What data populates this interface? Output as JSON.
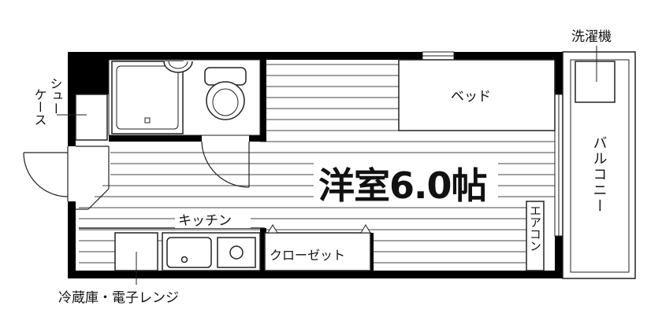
{
  "room": {
    "main": "洋室6.0帖"
  },
  "labels": {
    "washing_machine": "洗濯機",
    "bed": "ベッド",
    "balcony": "バルコニー",
    "shoe_case_col1": "シュー",
    "shoe_case_col2": "ケース",
    "kitchen": "キッチン",
    "closet": "クローゼット",
    "aircon": "エアコン",
    "fridge_microwave": "冷蔵庫・電子レンジ"
  },
  "colors": {
    "wall": "#000000",
    "stroke": "#222222",
    "floor_line": "#444444",
    "background": "#ffffff"
  }
}
